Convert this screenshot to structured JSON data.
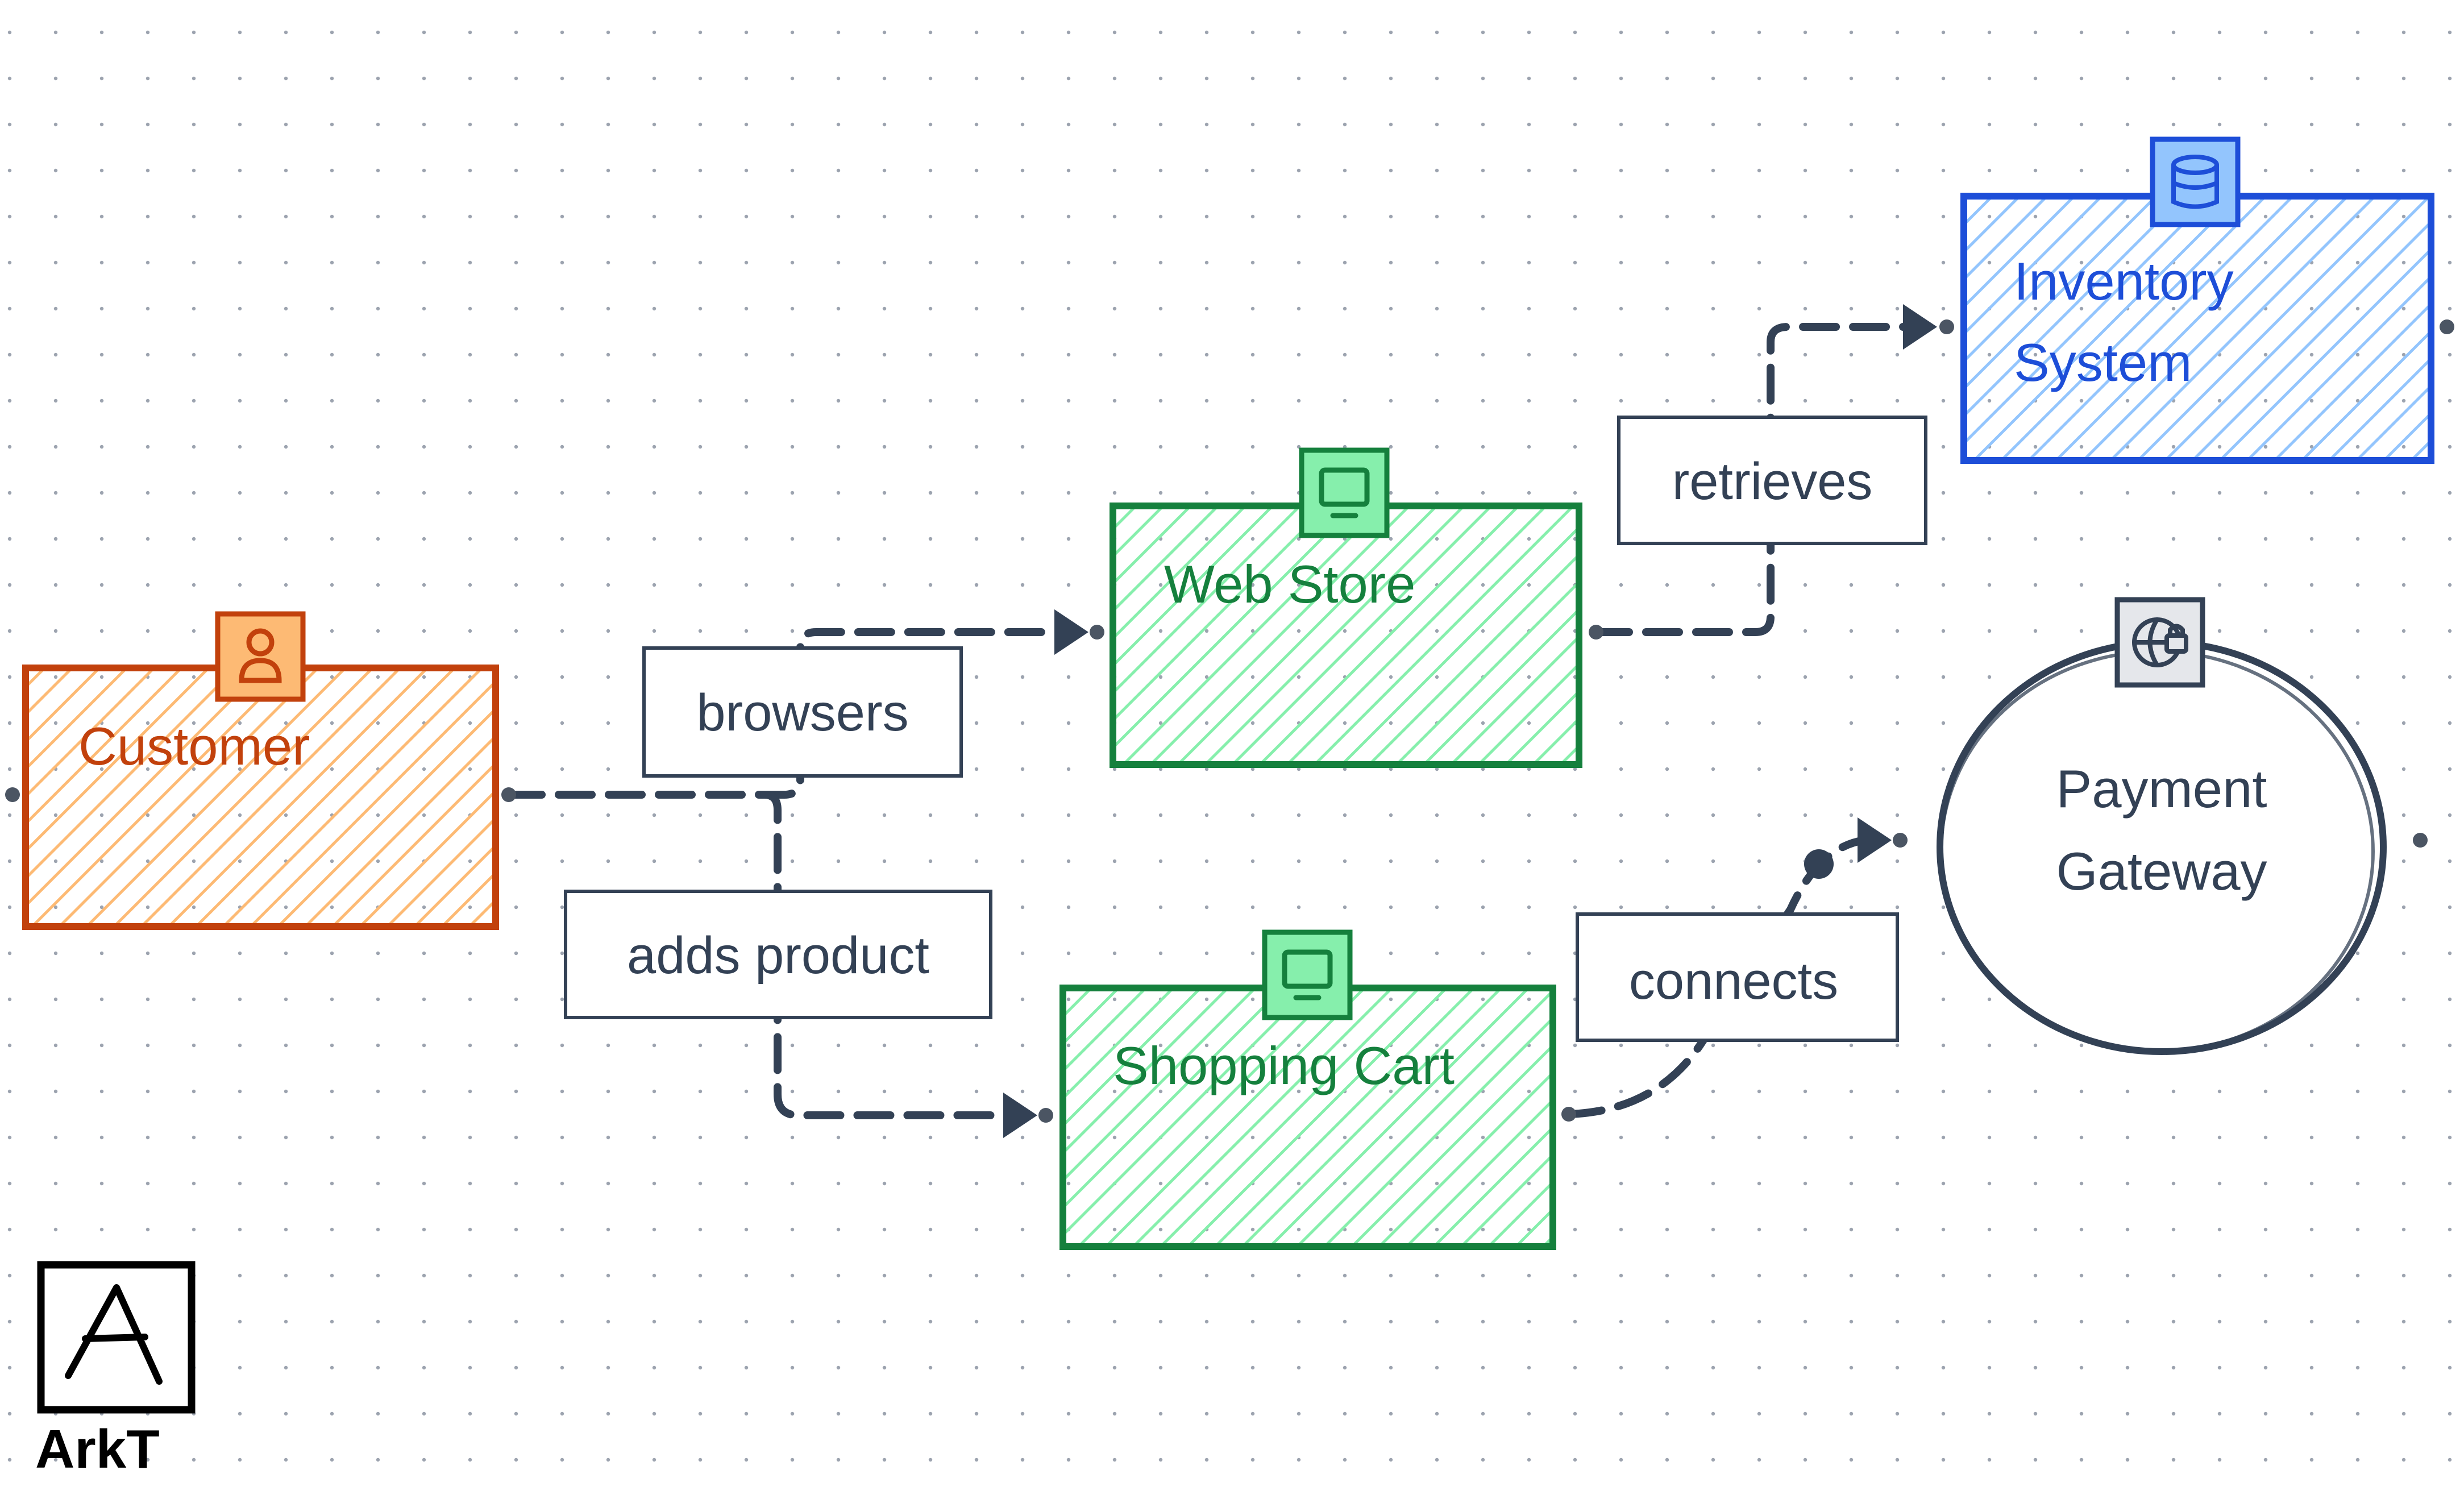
{
  "nodes": {
    "customer": {
      "label_line1": "Customer",
      "icon": "user-icon",
      "color": "#c2410c",
      "fill": "#fdba74"
    },
    "web_store": {
      "label_line1": "Web Store",
      "icon": "monitor-icon",
      "color": "#15803d",
      "fill": "#86efac"
    },
    "shopping_cart": {
      "label_line1": "Shopping Cart",
      "icon": "monitor-icon",
      "color": "#15803d",
      "fill": "#86efac"
    },
    "inventory_system": {
      "label_line1": "Inventory",
      "label_line2": "System",
      "icon": "database-icon",
      "color": "#1d4ed8",
      "fill": "#93c5fd"
    },
    "payment_gateway": {
      "label_line1": "Payment",
      "label_line2": "Gateway",
      "icon": "globe-lock-icon",
      "color": "#334155"
    }
  },
  "edges": {
    "browsers": {
      "label": "browsers",
      "from": "Customer",
      "to": "Web Store"
    },
    "adds_product": {
      "label": "adds product",
      "from": "Customer",
      "to": "Shopping Cart"
    },
    "retrieves": {
      "label": "retrieves",
      "from": "Web Store",
      "to": "Inventory System"
    },
    "connects": {
      "label": "connects",
      "from": "Shopping Cart",
      "to": "Payment Gateway"
    }
  },
  "logo": {
    "letter": "A",
    "text": "ArkT"
  }
}
